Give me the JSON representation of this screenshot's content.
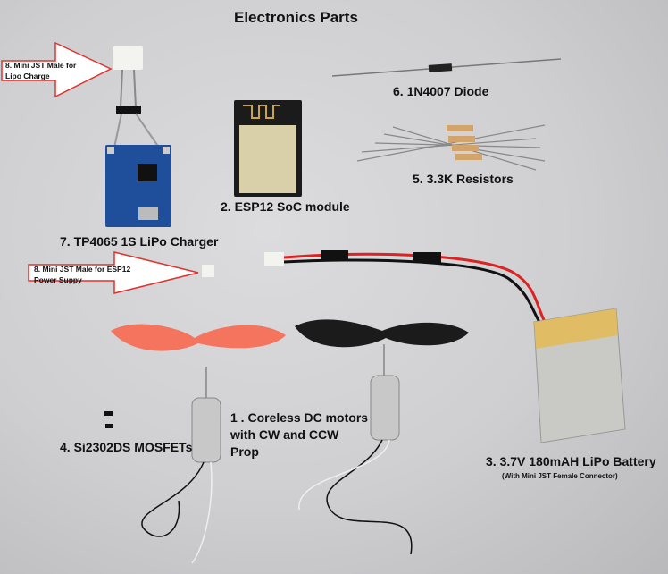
{
  "title": "Electronics Parts",
  "labels": {
    "jst_lipo": [
      "8. Mini JST Male for",
      "Lipo Charge"
    ],
    "jst_esp": [
      "8. Mini JST Male for ESP12",
      "Power Suppy"
    ],
    "diode": "6. 1N4007 Diode",
    "resistors": "5.  3.3K Resistors",
    "esp12": "2. ESP12 SoC module",
    "charger": "7. TP4065 1S LiPo Charger",
    "motors": [
      "1 . Coreless DC motors",
      "with CW and CCW",
      "Prop"
    ],
    "mosfets": "4. Si2302DS MOSFETs",
    "battery": "3. 3.7V 180mAH LiPo Battery",
    "battery_note": "(With Mini JST Female Connector)"
  },
  "colors": {
    "arrow": "#e0322e",
    "pcb": "#1f4f9a",
    "prop_orange": "#f4745e",
    "prop_black": "#1b1b1b",
    "battery": "#c9c9c6"
  }
}
